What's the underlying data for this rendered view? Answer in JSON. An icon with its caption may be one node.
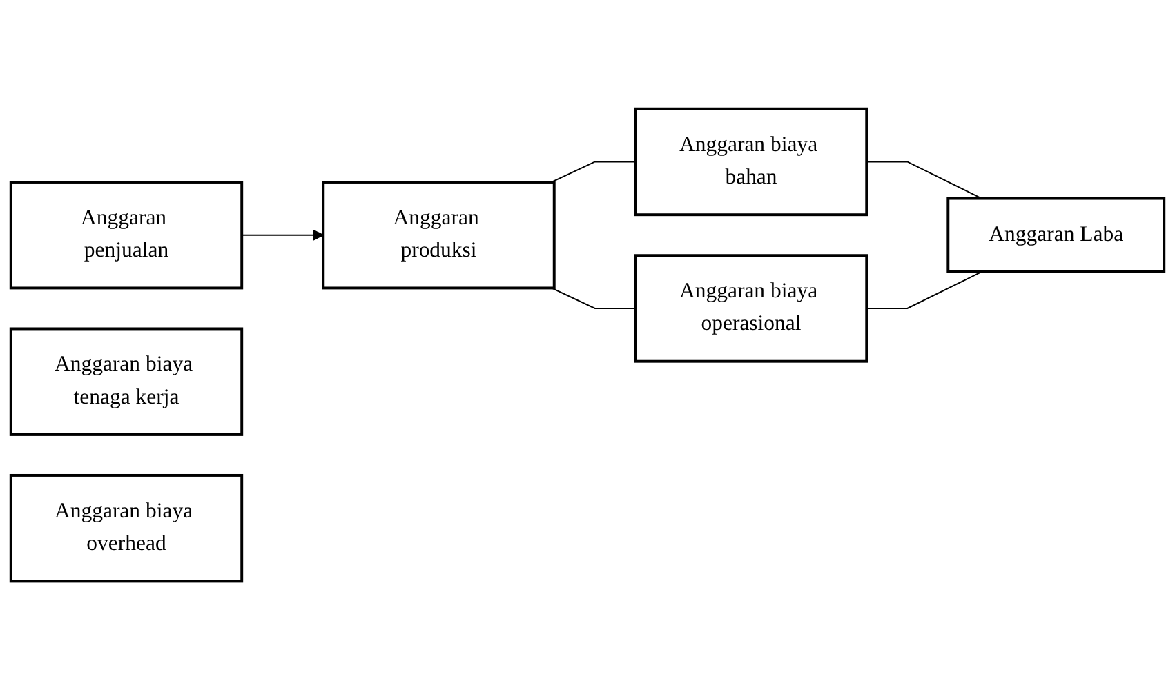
{
  "diagram": {
    "nodes": [
      {
        "text": [
          "Anggaran penjualan"
        ]
      },
      {
        "text": [
          "Anggaran produksi"
        ]
      },
      {
        "text": [
          "Anggaran biaya bahan"
        ]
      },
      {
        "text": [
          "Anggaran biaya tenaga kerja"
        ]
      },
      {
        "text": [
          "Anggaran biaya overhead"
        ]
      },
      {
        "text": [
          "Anggaran biaya operasional"
        ]
      },
      {
        "text": [
          "Anggaran Laba"
        ]
      }
    ],
    "edges": [
      {
        "from": 0,
        "to": 1,
        "arrow": "to"
      },
      {
        "from": 1,
        "to": 2,
        "arrow": "none"
      },
      {
        "from": 1,
        "to": 5,
        "arrow": "none"
      },
      {
        "from": 2,
        "to": 6,
        "arrow": "none"
      },
      {
        "from": 5,
        "to": 6,
        "arrow": "none"
      }
    ]
  }
}
